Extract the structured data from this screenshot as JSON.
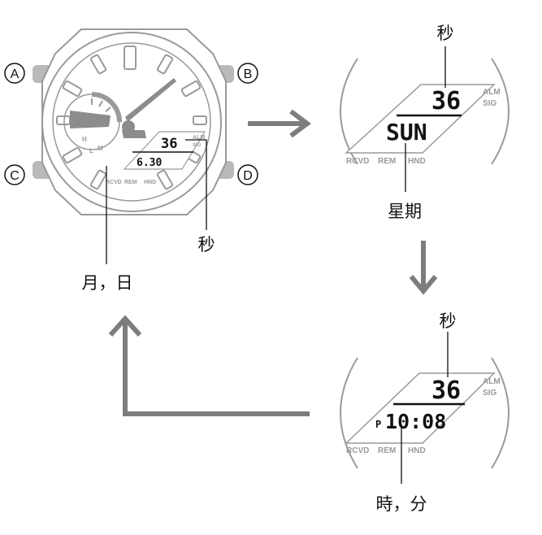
{
  "colors": {
    "outline": "#9a9a9a",
    "arrow": "#7d7d7d",
    "button": "#b9b9b9",
    "hand": "#8c8c8c",
    "ink": "#111111"
  },
  "buttons": {
    "a": "A",
    "b": "B",
    "c": "C",
    "d": "D"
  },
  "watch": {
    "seconds": "36",
    "date": "6.30",
    "ind_alm": "ALM",
    "ind_sig": "SIG",
    "ind_rcvd": "RCVD",
    "ind_rem": "REM",
    "ind_hnd": "HND",
    "subdial_h": "H",
    "subdial_l": "L",
    "subdial_m": "M",
    "label_seconds": "秒",
    "label_month_day": "月，日"
  },
  "panel_weekday": {
    "label_seconds": "秒",
    "seconds": "36",
    "weekday": "SUN",
    "ind_alm": "ALM",
    "ind_sig": "SIG",
    "ind_rcvd": "RCVD",
    "ind_rem": "REM",
    "ind_hnd": "HND",
    "label_weekday": "星期"
  },
  "panel_time": {
    "label_seconds": "秒",
    "seconds": "36",
    "pm": "P",
    "time": "10:08",
    "ind_alm": "ALM",
    "ind_sig": "SIG",
    "ind_rcvd": "RCVD",
    "ind_rem": "REM",
    "ind_hnd": "HND",
    "label_hour_minute": "時，分"
  }
}
